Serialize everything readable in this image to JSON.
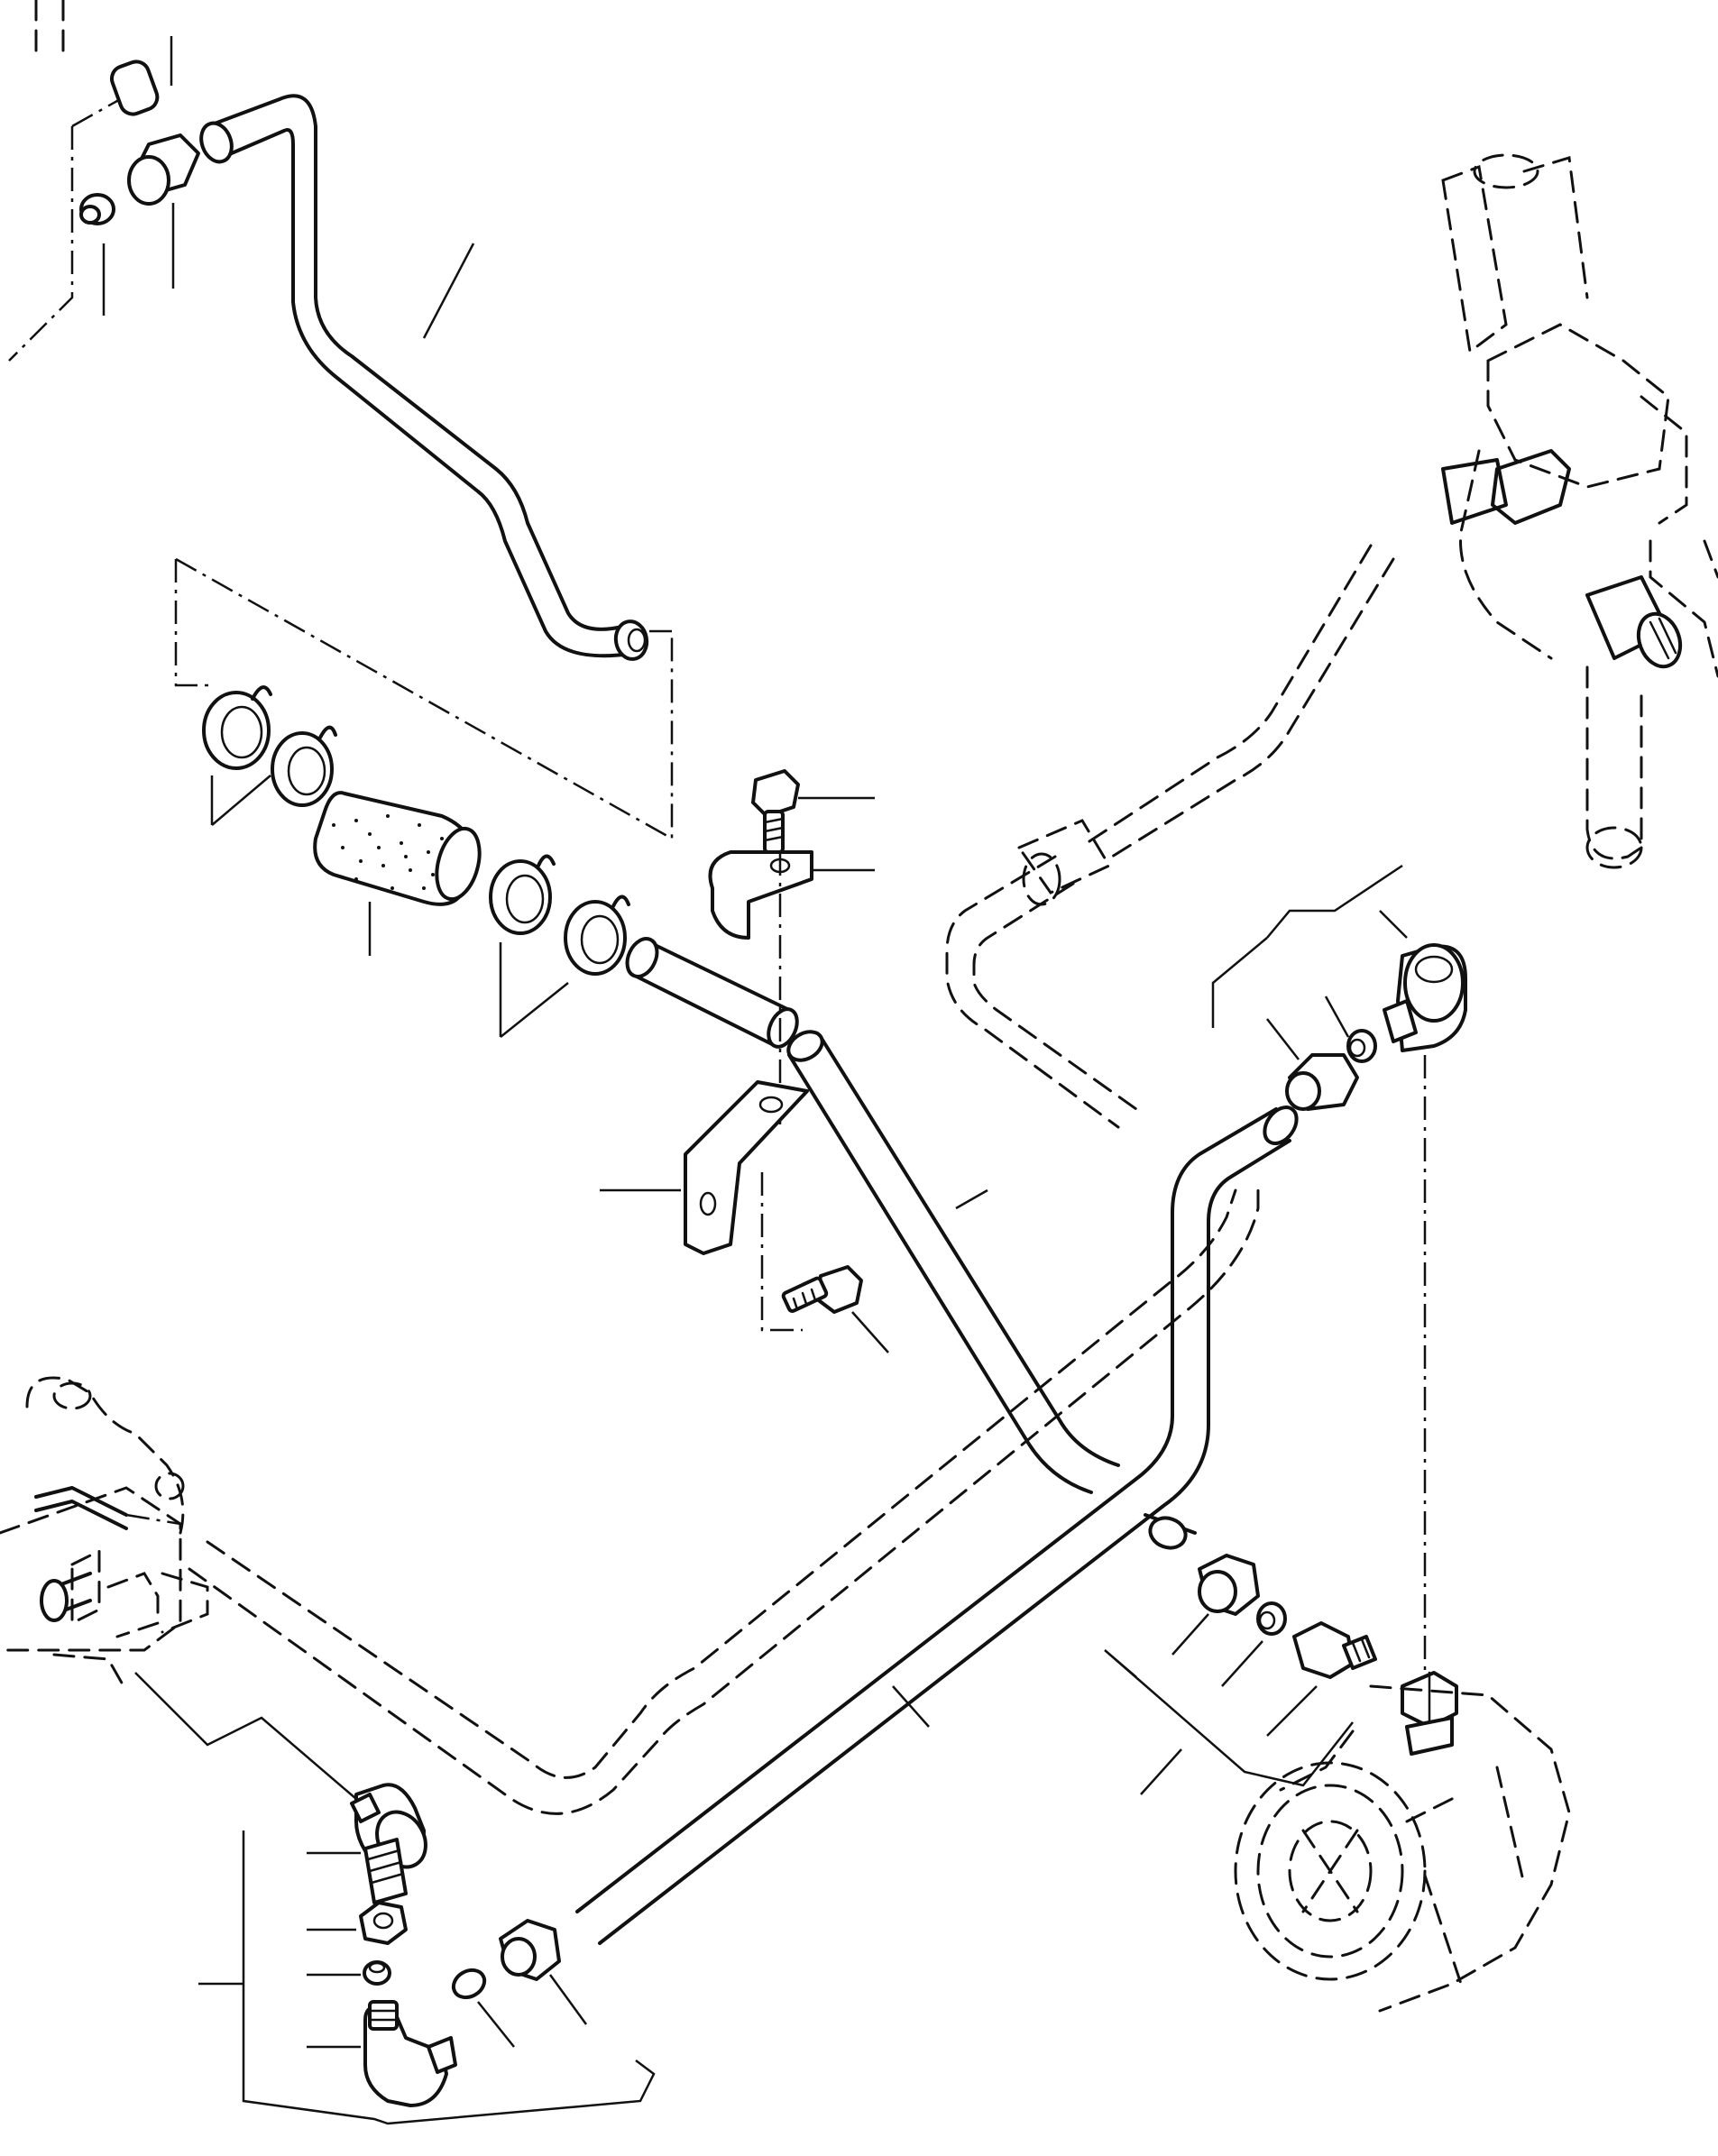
{
  "diagram": {
    "background": "#ffffff",
    "line_color": "#111111",
    "parts": [
      "pipe-upper",
      "hose",
      "hose-band",
      "clamp",
      "bracket",
      "bolt",
      "pipe-main",
      "pipe-lower",
      "elbow-fitting",
      "flare-nut",
      "sleeve",
      "connector",
      "compressor",
      "condenser-fitting",
      "valve-block"
    ],
    "labels_shown": false
  }
}
